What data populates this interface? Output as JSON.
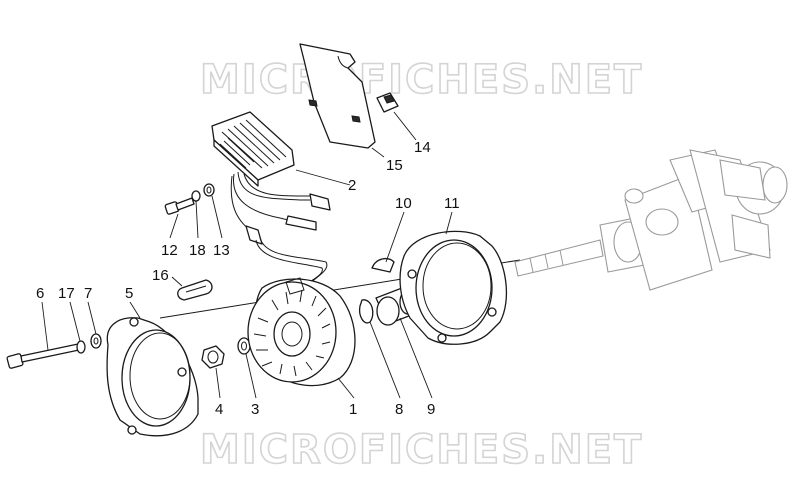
{
  "watermark": {
    "top": "MICROFICHES.NET",
    "bottom": "MICROFICHES.NET"
  },
  "labels": [
    {
      "id": "1",
      "text": "1"
    },
    {
      "id": "2",
      "text": "2"
    },
    {
      "id": "3",
      "text": "3"
    },
    {
      "id": "4",
      "text": "4"
    },
    {
      "id": "5",
      "text": "5"
    },
    {
      "id": "6",
      "text": "6"
    },
    {
      "id": "7",
      "text": "7"
    },
    {
      "id": "8",
      "text": "8"
    },
    {
      "id": "9",
      "text": "9"
    },
    {
      "id": "10",
      "text": "10"
    },
    {
      "id": "11",
      "text": "11"
    },
    {
      "id": "12",
      "text": "12"
    },
    {
      "id": "13",
      "text": "13"
    },
    {
      "id": "14",
      "text": "14"
    },
    {
      "id": "15",
      "text": "15"
    },
    {
      "id": "16",
      "text": "16"
    },
    {
      "id": "17",
      "text": "17"
    },
    {
      "id": "18",
      "text": "18"
    }
  ]
}
